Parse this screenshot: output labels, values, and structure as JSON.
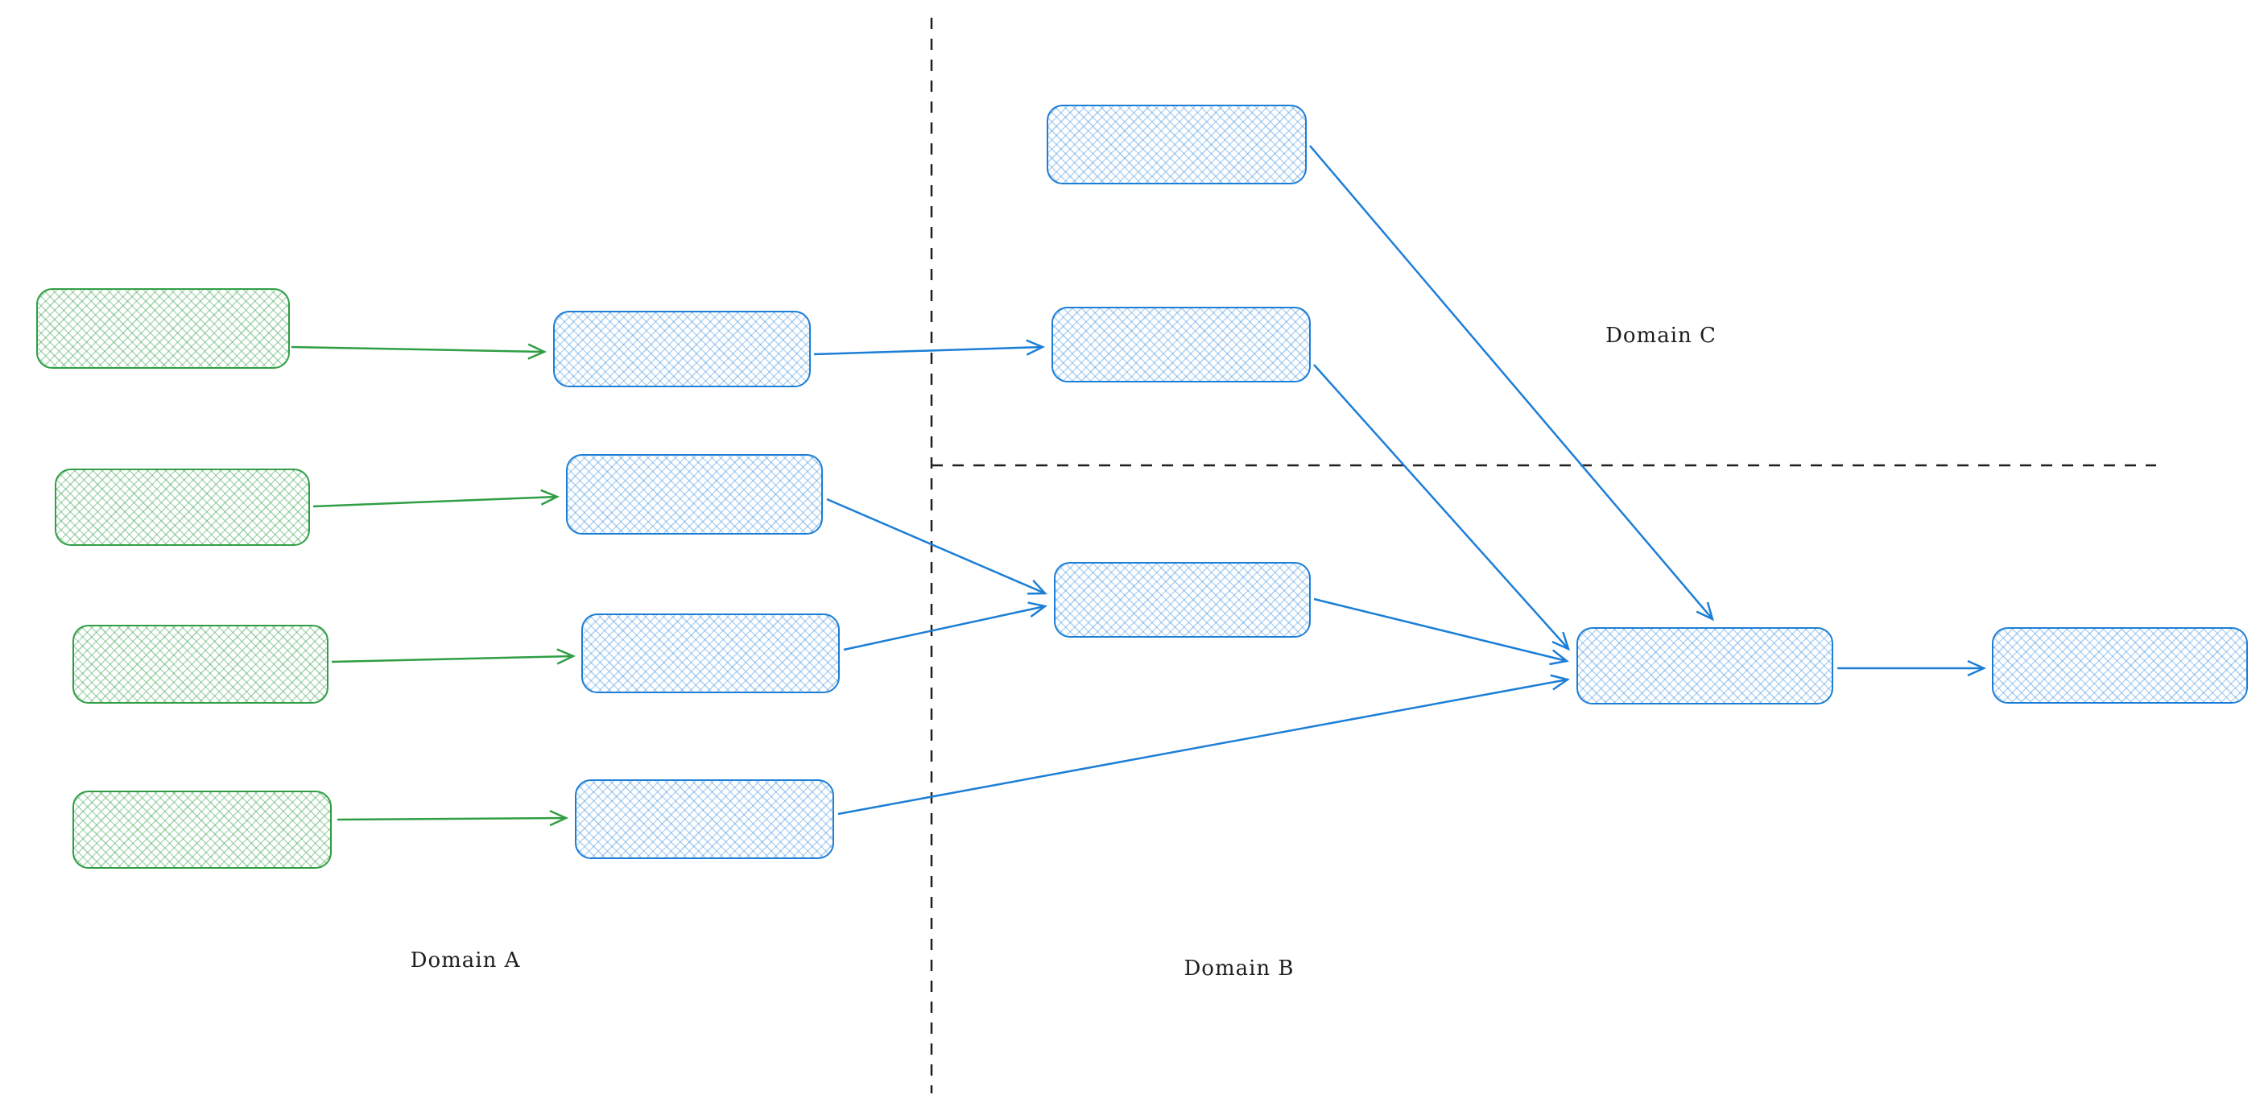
{
  "diagram": {
    "labels": {
      "domain_a": "Domain A",
      "domain_b": "Domain B",
      "domain_c": "Domain C"
    },
    "colors": {
      "green_stroke": "#2f9e44",
      "green_fill_hatch": "#b2f2bb",
      "blue_stroke": "#1c7ed6",
      "blue_fill_hatch": "#a5d8ff",
      "divider": "#1e1e1e",
      "background": "#ffffff"
    },
    "nodes": [
      {
        "id": "green-1",
        "region": "Domain A",
        "color": "green"
      },
      {
        "id": "green-2",
        "region": "Domain A",
        "color": "green"
      },
      {
        "id": "green-3",
        "region": "Domain A",
        "color": "green"
      },
      {
        "id": "green-4",
        "region": "Domain A",
        "color": "green"
      },
      {
        "id": "blue-a1",
        "region": "Domain A",
        "color": "blue"
      },
      {
        "id": "blue-a2",
        "region": "Domain A",
        "color": "blue"
      },
      {
        "id": "blue-a3",
        "region": "Domain A",
        "color": "blue"
      },
      {
        "id": "blue-a4",
        "region": "Domain A",
        "color": "blue"
      },
      {
        "id": "blue-c1",
        "region": "Domain C",
        "color": "blue"
      },
      {
        "id": "blue-c2",
        "region": "Domain C",
        "color": "blue"
      },
      {
        "id": "blue-b1",
        "region": "Domain B",
        "color": "blue"
      },
      {
        "id": "blue-b2",
        "region": "Domain B",
        "color": "blue"
      },
      {
        "id": "blue-b3",
        "region": "Domain B",
        "color": "blue"
      }
    ],
    "edges": [
      {
        "from": "green-1",
        "to": "blue-a1",
        "color": "green"
      },
      {
        "from": "green-2",
        "to": "blue-a2",
        "color": "green"
      },
      {
        "from": "green-3",
        "to": "blue-a3",
        "color": "green"
      },
      {
        "from": "green-4",
        "to": "blue-a4",
        "color": "green"
      },
      {
        "from": "blue-a1",
        "to": "blue-c2",
        "color": "blue"
      },
      {
        "from": "blue-a2",
        "to": "blue-b1",
        "color": "blue"
      },
      {
        "from": "blue-a3",
        "to": "blue-b1",
        "color": "blue"
      },
      {
        "from": "blue-a4",
        "to": "blue-b2",
        "color": "blue"
      },
      {
        "from": "blue-c1",
        "to": "blue-b2",
        "color": "blue"
      },
      {
        "from": "blue-c2",
        "to": "blue-b2",
        "color": "blue"
      },
      {
        "from": "blue-b1",
        "to": "blue-b2",
        "color": "blue"
      },
      {
        "from": "blue-b2",
        "to": "blue-b3",
        "color": "blue"
      }
    ]
  }
}
